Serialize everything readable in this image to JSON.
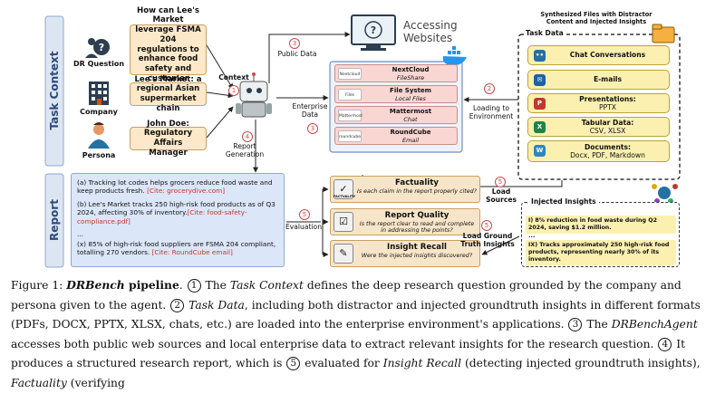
{
  "sidebar": {
    "task_context": "Task Context",
    "report": "Report"
  },
  "task_context": {
    "question_label": "DR Question",
    "question": "How can Lee's Market leverage FSMA 204 regulations to enhance food safety and customer trust?",
    "company_label": "Company",
    "company": "Lee's Market: a regional Asian supermarket chain",
    "persona_label": "Persona",
    "persona": "John Doe: Regulatory Affairs Manager"
  },
  "labels": {
    "context": "Context",
    "public_data": "Public Data",
    "accessing_websites": "Accessing Websites",
    "enterprise_data": "Enterprise Data",
    "loading_to_environment": "Loading to Environment",
    "report_generation": "Report Generation",
    "load_sources": "Load Sources",
    "evaluation": "Evaluation",
    "load_ground_truth": "Load Ground Truth Insights"
  },
  "step_numbers": {
    "s1": "1",
    "s2": "2",
    "s3a": "3",
    "s3b": "3",
    "s4": "4",
    "s5a": "5",
    "s5b": "5",
    "s5c": "5"
  },
  "enterprise_apps": [
    {
      "name": "NextCloud",
      "sub": "FileShare",
      "icon_text": "Nextcloud"
    },
    {
      "name": "File System",
      "sub": "Local Files",
      "icon_text": "Files"
    },
    {
      "name": "Mattermost",
      "sub": "Chat",
      "icon_text": "Mattermost"
    },
    {
      "name": "RoundCube",
      "sub": "Email",
      "icon_text": "roundcube"
    }
  ],
  "task_data": {
    "header": "Synthesized Files with Distractor Content and Injected Insights",
    "title": "Task Data",
    "items": [
      {
        "title": "Chat Conversations",
        "sub": ""
      },
      {
        "title": "E-mails",
        "sub": ""
      },
      {
        "title": "Presentations:",
        "sub": "PPTX"
      },
      {
        "title": "Tabular Data:",
        "sub": "CSV, XLSX"
      },
      {
        "title": "Documents:",
        "sub": "Docx, PDF, Markdown"
      }
    ]
  },
  "report": {
    "a_text": "(a) Tracking lot codes helps grocers reduce food waste and keep products fresh.",
    "a_cite": "[Cite: grocerydive.com]",
    "b_text": "(b) Lee's Market tracks 250 high-risk food products as of Q3 2024, affecting 30% of inventory.",
    "b_cite": "[Cite: food-safety-compliance.pdf]",
    "ellipsis": "...",
    "x_text": "(x) 85% of high-risk food suppliers are FSMA 204 compliant, totalling 270 vendors.",
    "x_cite": "[Cite: RoundCube email]"
  },
  "evaluation": [
    {
      "title": "Factuality",
      "question": "Is each claim in the report properly cited?",
      "icon_label": "FACTUALITY"
    },
    {
      "title": "Report Quality",
      "question": "Is the report clear to read and complete in addressing the points?",
      "icon_label": ""
    },
    {
      "title": "Insight Recall",
      "question": "Were the injected insights discovered?",
      "icon_label": ""
    }
  ],
  "injected_insights": {
    "title": "Injected Insights",
    "items": [
      "I) 8% reduction in food waste during Q2 2024, saving $1.2 million.",
      "...",
      "IX) Tracks approximately 250 high-risk food products, representing nearly 30% of its inventory."
    ]
  },
  "caption": {
    "fig": "Figure 1:",
    "name": "DRBench",
    "pipeline": "pipeline",
    "t1a": "The",
    "t1b": "Task Context",
    "t1c": "defines the deep research question grounded by the company and persona given to the agent.",
    "t2a": "Task Data",
    "t2b": ", including both distractor and injected groundtruth insights in different formats (PDFs, DOCX, PPTX, XLSX, chats, etc.)  are loaded into the enterprise environment's applications.",
    "t3a": "The",
    "t3b": "DRBenchAgent",
    "t3c": "accesses both public web sources and local enterprise data to extract relevant insights for the research question.",
    "t4": "It produces a structured research report, which is",
    "t5a": "evaluated for",
    "t5b": "Insight Recall",
    "t5c": "(detecting injected groundtruth insights),",
    "t5d": "Factuality",
    "t5e": "(verifying"
  },
  "colors": {
    "context_fill": "#fde9c9",
    "enterprise_fill": "#fad6d3",
    "task_fill": "#fbf0b0",
    "report_fill": "#dbe6f8",
    "sidebar_fill": "#dce6f2",
    "accent_red": "#c94a4a"
  }
}
